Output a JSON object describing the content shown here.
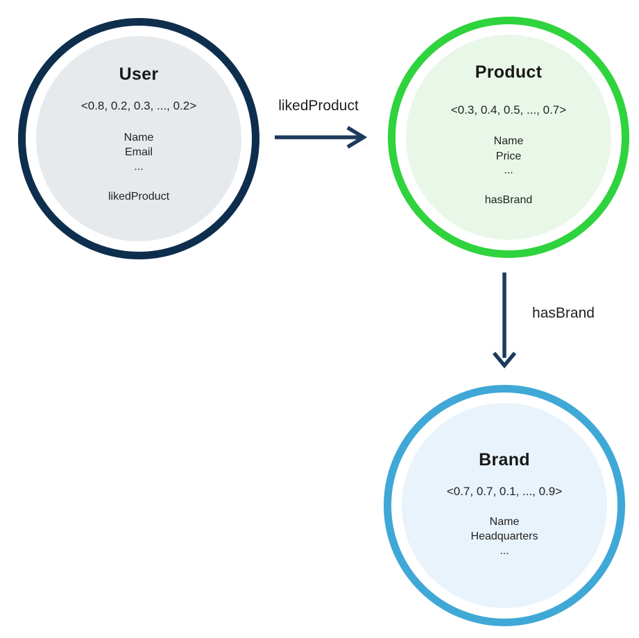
{
  "diagram": {
    "background_color": "#ffffff",
    "edge_color": "#1d3a5e",
    "text_color": "#222222",
    "nodes": [
      {
        "id": "user",
        "title": "User",
        "vector": "<0.8, 0.2, 0.3, ..., 0.2>",
        "attributes": [
          "Name",
          "Email",
          "..."
        ],
        "relationship": "likedProduct",
        "ring_color": "#0e2e4e",
        "fill_color": "#e6eaed"
      },
      {
        "id": "product",
        "title": "Product",
        "vector": "<0.3, 0.4, 0.5, ..., 0.7>",
        "attributes": [
          "Name",
          "Price",
          "..."
        ],
        "relationship": "hasBrand",
        "ring_color": "#2fd33d",
        "fill_color": "#e9f7e9"
      },
      {
        "id": "brand",
        "title": "Brand",
        "vector": "<0.7, 0.7, 0.1, ..., 0.9>",
        "attributes": [
          "Name",
          "Headquarters",
          "..."
        ],
        "relationship": "",
        "ring_color": "#3fa8d6",
        "fill_color": "#e9f3fb"
      }
    ],
    "edges": [
      {
        "label": "likedProduct",
        "from": "User",
        "to": "Product"
      },
      {
        "label": "hasBrand",
        "from": "Product",
        "to": "Brand"
      }
    ]
  }
}
